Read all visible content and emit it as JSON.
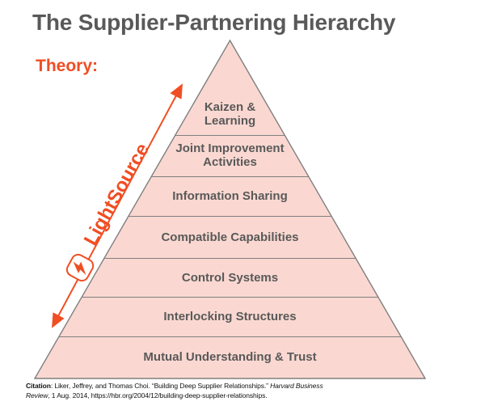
{
  "title": "The Supplier-Partnering Hierarchy",
  "theory_label": "Theory:",
  "watermark": {
    "text": "LightSource",
    "icon": "lightning-bolt-icon",
    "color": "#F04E23"
  },
  "pyramid": {
    "levels": [
      {
        "label": "Kaizen &\nLearning"
      },
      {
        "label": "Joint Improvement\nActivities"
      },
      {
        "label": "Information Sharing"
      },
      {
        "label": "Compatible Capabilities"
      },
      {
        "label": "Control Systems"
      },
      {
        "label": "Interlocking Structures"
      },
      {
        "label": "Mutual Understanding & Trust"
      }
    ]
  },
  "citation": {
    "label": "Citation",
    "line1_regular": ": Liker, Jeffrey, and Thomas Choi. “Building Deep Supplier Relationships.” ",
    "line1_italic": "Harvard Business",
    "line2_italic": "Review",
    "line2_regular": ", 1 Aug. 2014, https://hbr.org/2004/12/building-deep-supplier-relationships."
  },
  "colors": {
    "accent": "#F04E23",
    "pyramid_fill": "#FAD8D1",
    "pyramid_stroke": "#7F7F7F",
    "level_text": "#595959",
    "title_text": "#595959",
    "citation_text": "#111111"
  }
}
